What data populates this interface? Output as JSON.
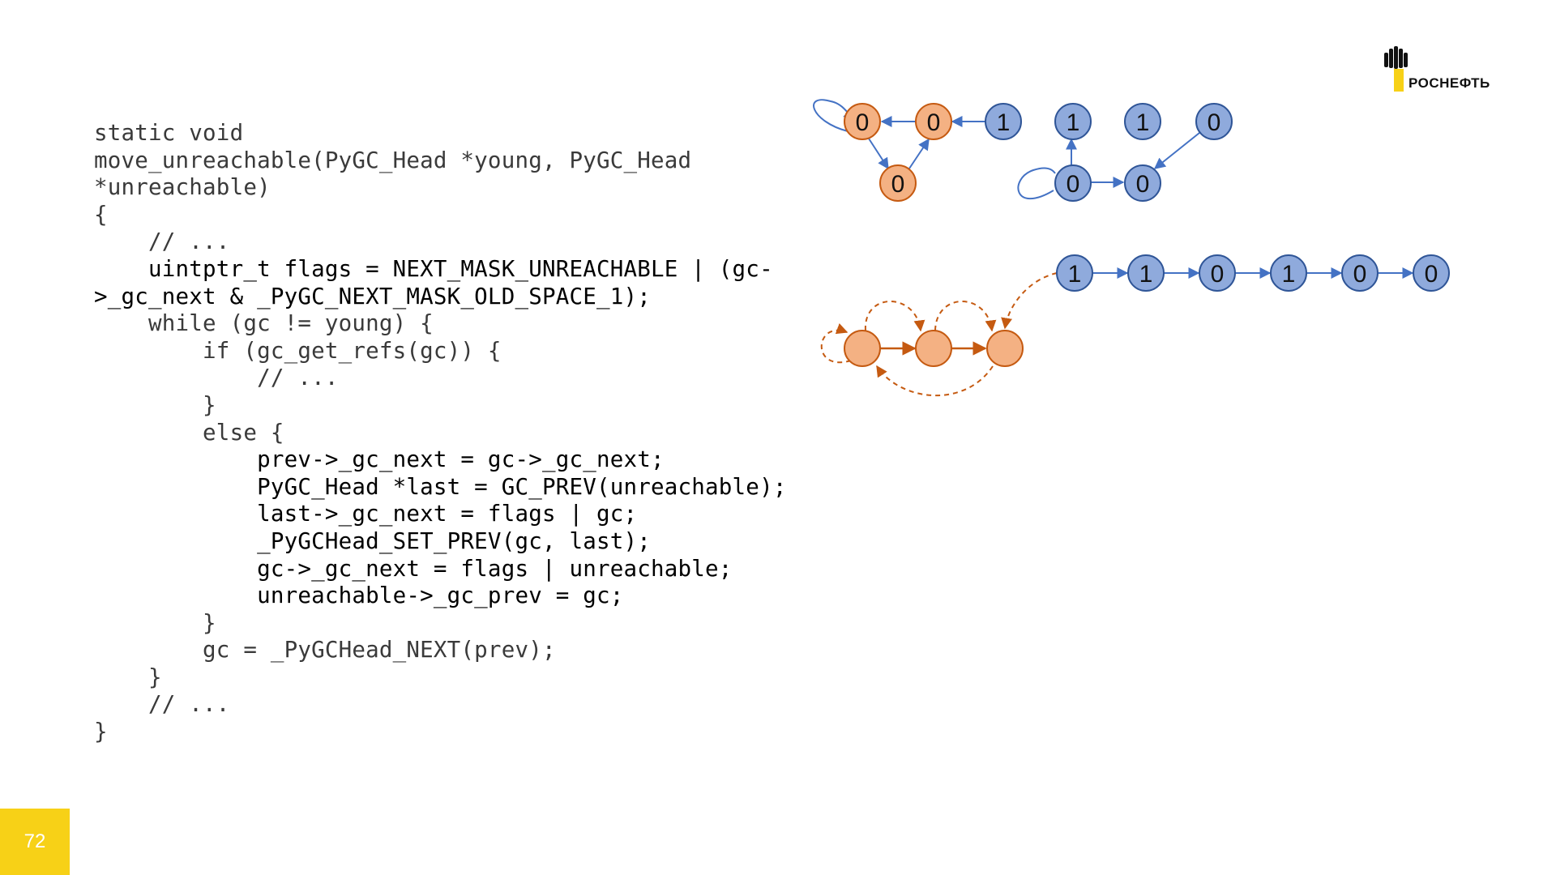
{
  "code": {
    "lines": [
      {
        "text": "static void",
        "highlight": false
      },
      {
        "text": "move_unreachable(PyGC_Head *young, PyGC_Head",
        "highlight": false
      },
      {
        "text": "*unreachable)",
        "highlight": false
      },
      {
        "text": "{",
        "highlight": false
      },
      {
        "text": "    // ...",
        "highlight": false
      },
      {
        "text": "    uintptr_t flags = NEXT_MASK_UNREACHABLE | (gc-",
        "highlight": true
      },
      {
        "text": ">_gc_next & _PyGC_NEXT_MASK_OLD_SPACE_1);",
        "highlight": true
      },
      {
        "text": "    while (gc != young) {",
        "highlight": false
      },
      {
        "text": "        if (gc_get_refs(gc)) {",
        "highlight": false
      },
      {
        "text": "            // ...",
        "highlight": false
      },
      {
        "text": "        }",
        "highlight": false
      },
      {
        "text": "        else {",
        "highlight": false
      },
      {
        "text": "            prev->_gc_next = gc->_gc_next;",
        "highlight": true
      },
      {
        "text": "            PyGC_Head *last = GC_PREV(unreachable);",
        "highlight": true
      },
      {
        "text": "            last->_gc_next = flags | gc;",
        "highlight": true
      },
      {
        "text": "            _PyGCHead_SET_PREV(gc, last);",
        "highlight": true
      },
      {
        "text": "            gc->_gc_next = flags | unreachable;",
        "highlight": true
      },
      {
        "text": "            unreachable->_gc_prev = gc;",
        "highlight": true
      },
      {
        "text": "        }",
        "highlight": false
      },
      {
        "text": "        gc = _PyGCHead_NEXT(prev);",
        "highlight": false
      },
      {
        "text": "    }",
        "highlight": false
      },
      {
        "text": "    // ...",
        "highlight": false
      },
      {
        "text": "}",
        "highlight": false
      }
    ]
  },
  "page_number": "72",
  "logo": {
    "text": "РОСНЕФТЬ",
    "color": "#f7d117"
  },
  "colors": {
    "orange_fill": "#f4b183",
    "orange_stroke": "#c55a11",
    "blue_fill": "#8faadc",
    "blue_stroke": "#2f5597",
    "blue_edge": "#4472c4"
  },
  "diagram": {
    "top_graph": {
      "nodes": [
        {
          "id": "o1",
          "label": "0",
          "color": "orange"
        },
        {
          "id": "o2",
          "label": "0",
          "color": "orange"
        },
        {
          "id": "o3",
          "label": "0",
          "color": "orange"
        },
        {
          "id": "b1",
          "label": "1",
          "color": "blue"
        },
        {
          "id": "b2",
          "label": "1",
          "color": "blue"
        },
        {
          "id": "b3",
          "label": "1",
          "color": "blue"
        },
        {
          "id": "b4",
          "label": "0",
          "color": "blue"
        },
        {
          "id": "b5",
          "label": "0",
          "color": "blue"
        },
        {
          "id": "b6",
          "label": "0",
          "color": "blue"
        }
      ]
    },
    "list": {
      "labels": [
        "1",
        "1",
        "0",
        "1",
        "0",
        "0"
      ]
    },
    "unreachable_nodes": 3
  }
}
